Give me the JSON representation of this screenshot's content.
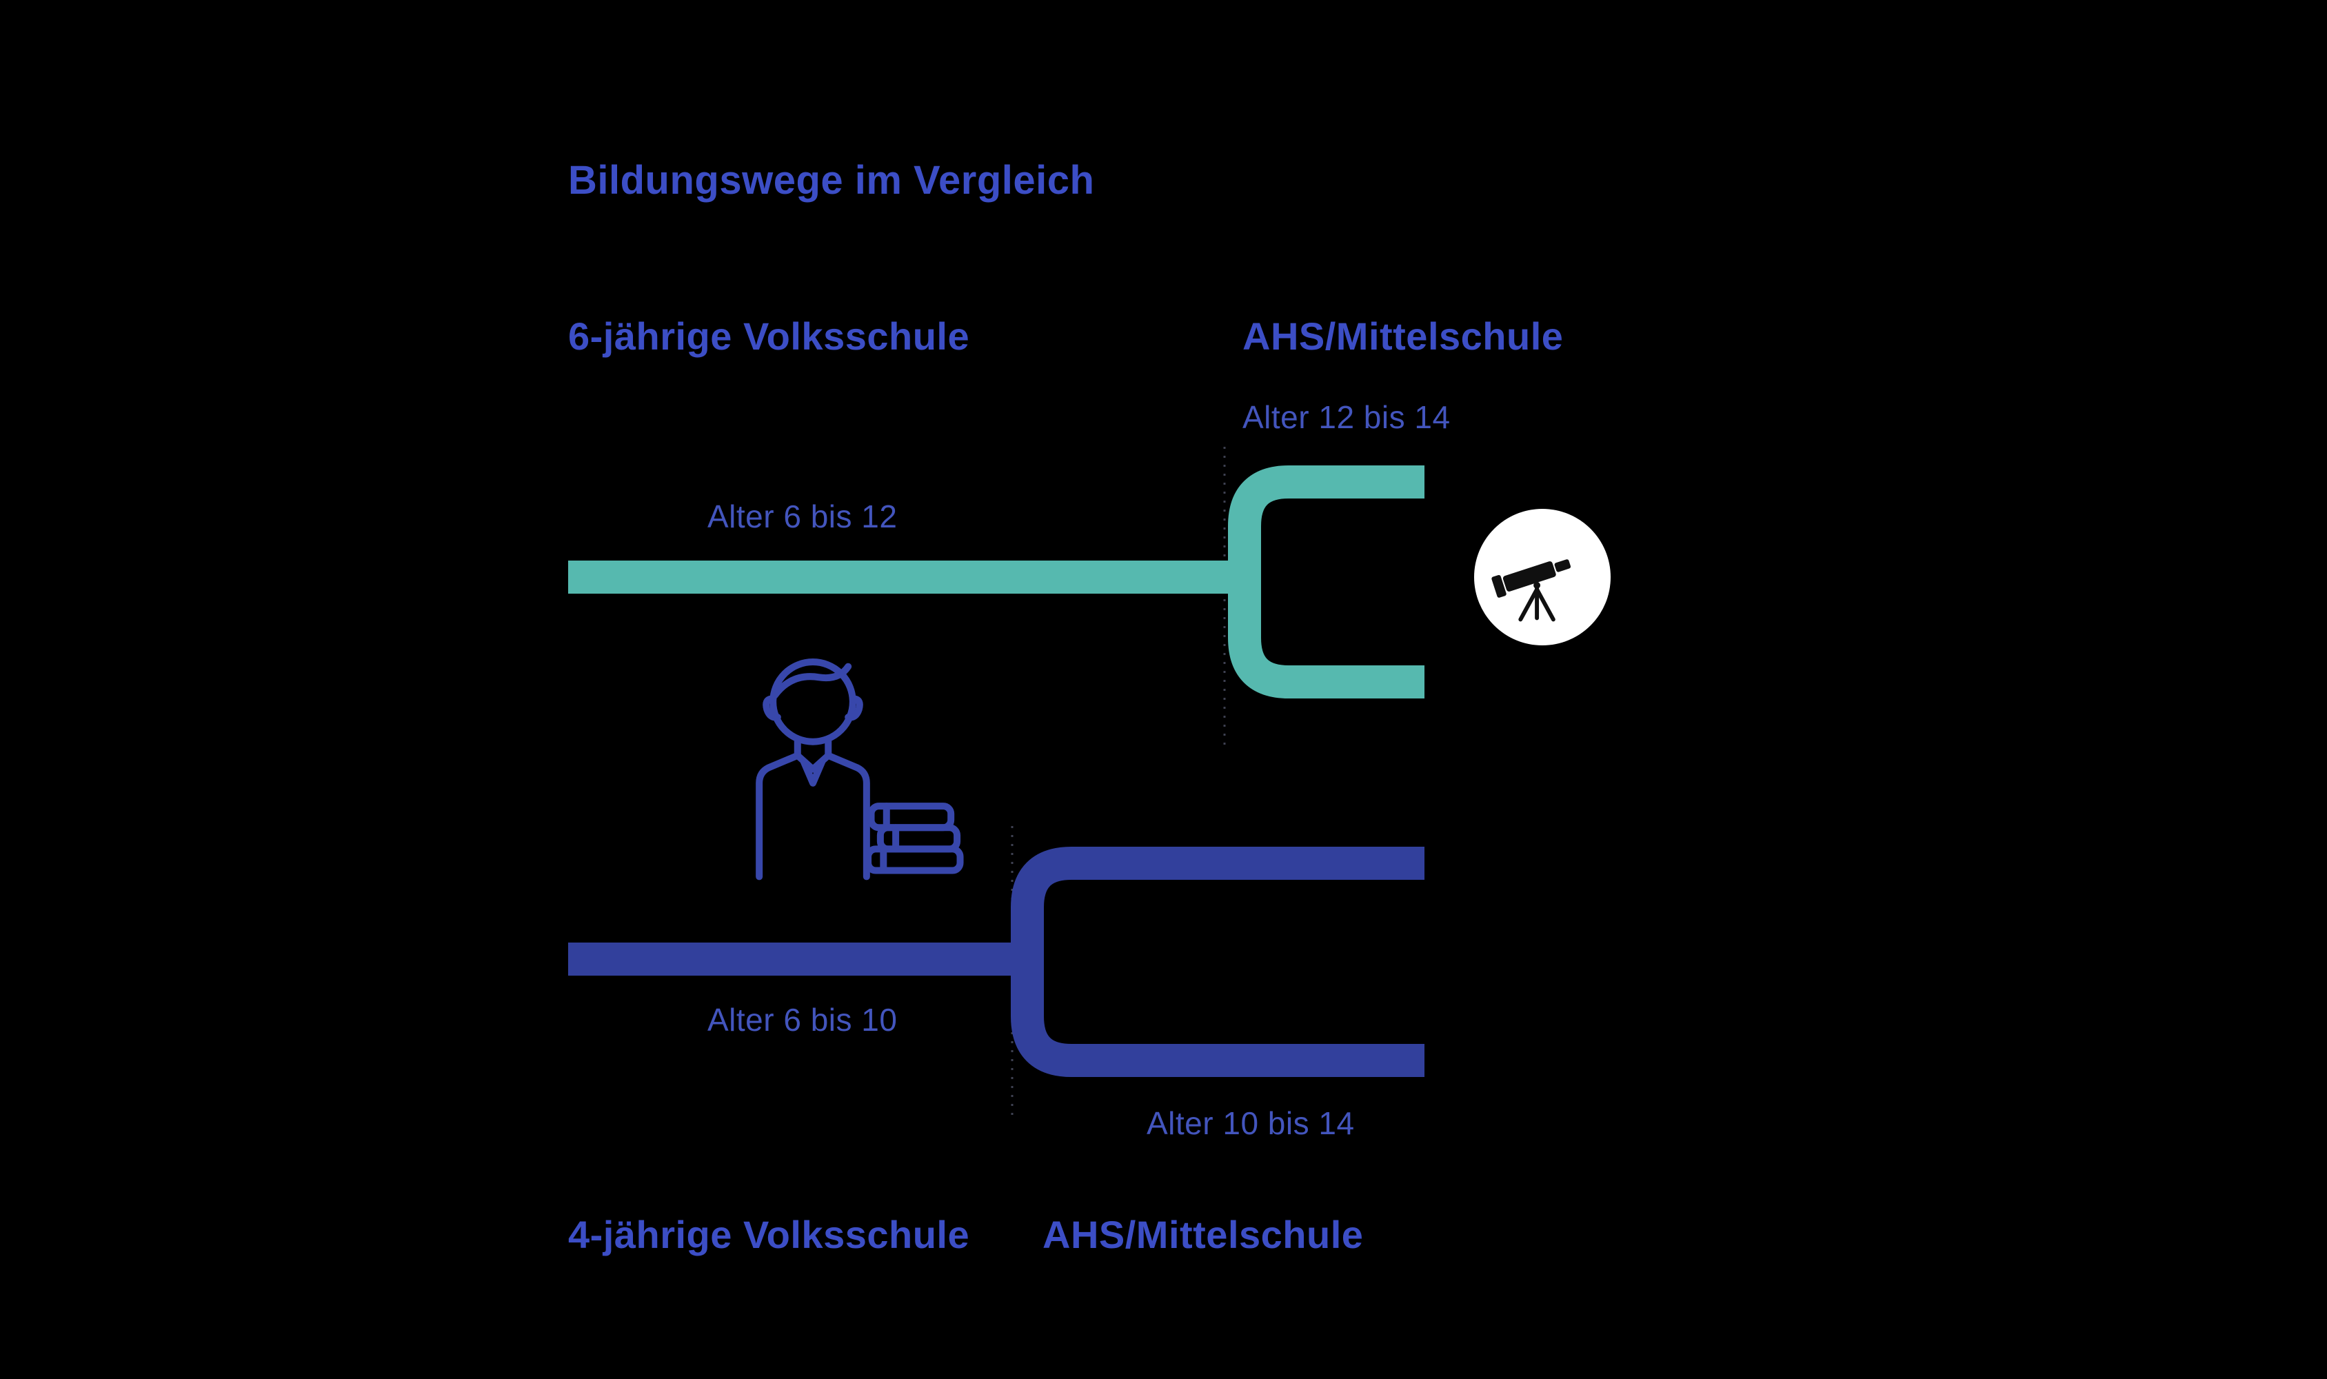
{
  "title": "Bildungswege im Vergleich",
  "colors": {
    "background": "#000000",
    "teal_path": "#56b9af",
    "indigo_path": "#32409c",
    "heading_text": "#3c4ec6",
    "label_text": "#4355bd",
    "icon_circle": "#ffffff"
  },
  "top_track": {
    "heading_left": "6-jährige Volksschule",
    "heading_right": "AHS/Mittelschule",
    "branch_age_label": "Alter 12 bis 14",
    "stem_age_label": "Alter 6 bis 12"
  },
  "bottom_track": {
    "heading_left": "4-jährige Volksschule",
    "heading_right": "AHS/Mittelschule",
    "stem_age_label": "Alter 6 bis 10",
    "branch_age_label": "Alter 10 bis 14"
  },
  "icons": {
    "telescope": "telescope-icon",
    "teacher": "teacher-with-books-icon"
  }
}
